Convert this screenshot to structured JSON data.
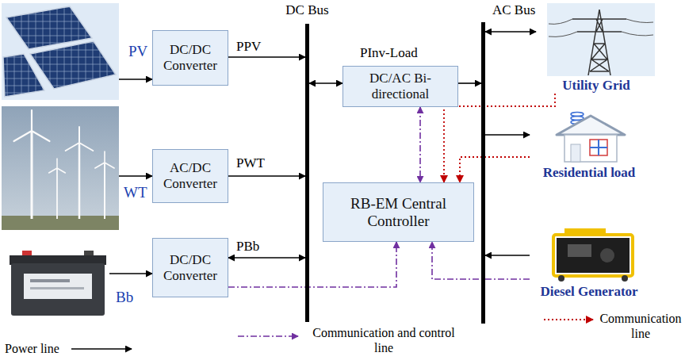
{
  "diagram": {
    "nodes": [
      {
        "text": [
          "PV"
        ]
      },
      {
        "text": [
          "DC/DC Converter"
        ]
      },
      {
        "text": [
          "WT"
        ]
      },
      {
        "text": [
          "AC/DC Converter"
        ]
      },
      {
        "text": [
          "Bb"
        ]
      },
      {
        "text": [
          "DC/DC Converter"
        ]
      },
      {
        "text": [
          "DC Bus"
        ]
      },
      {
        "text": [
          "DC/AC Bi-directional"
        ]
      },
      {
        "text": [
          "RB-EM Central Controller"
        ]
      },
      {
        "text": [
          "AC Bus"
        ]
      },
      {
        "text": [
          "Utility Grid"
        ]
      },
      {
        "text": [
          "Residential load"
        ]
      },
      {
        "text": [
          "Diesel Generator"
        ]
      }
    ],
    "edges": [
      {
        "from": 0,
        "to": 1,
        "arrow": "to"
      },
      {
        "from": 1,
        "to": 6,
        "arrow": "to",
        "label": "PPV"
      },
      {
        "from": 2,
        "to": 3,
        "arrow": "to"
      },
      {
        "from": 3,
        "to": 6,
        "arrow": "to",
        "label": "PWT"
      },
      {
        "from": 4,
        "to": 5,
        "arrow": "to"
      },
      {
        "from": 5,
        "to": 6,
        "arrow": "both",
        "label": "PBb"
      },
      {
        "from": 6,
        "to": 7,
        "arrow": "both"
      },
      {
        "from": 7,
        "to": 9,
        "arrow": "to",
        "label": "PInv-Load"
      },
      {
        "from": 9,
        "to": 10,
        "arrow": "both"
      },
      {
        "from": 9,
        "to": 11,
        "arrow": "to"
      },
      {
        "from": 12,
        "to": 9,
        "arrow": "to"
      },
      {
        "from": 7,
        "to": 8,
        "arrow": "both"
      },
      {
        "from": 5,
        "to": 8,
        "arrow": "to"
      },
      {
        "from": 12,
        "to": 8,
        "arrow": "to"
      },
      {
        "from": 10,
        "to": 8,
        "arrow": "to"
      },
      {
        "from": 11,
        "to": 8,
        "arrow": "to"
      }
    ],
    "legend": [
      {
        "text": "Power line"
      },
      {
        "text": "Communication and control line"
      },
      {
        "text": "Communication line"
      }
    ]
  }
}
